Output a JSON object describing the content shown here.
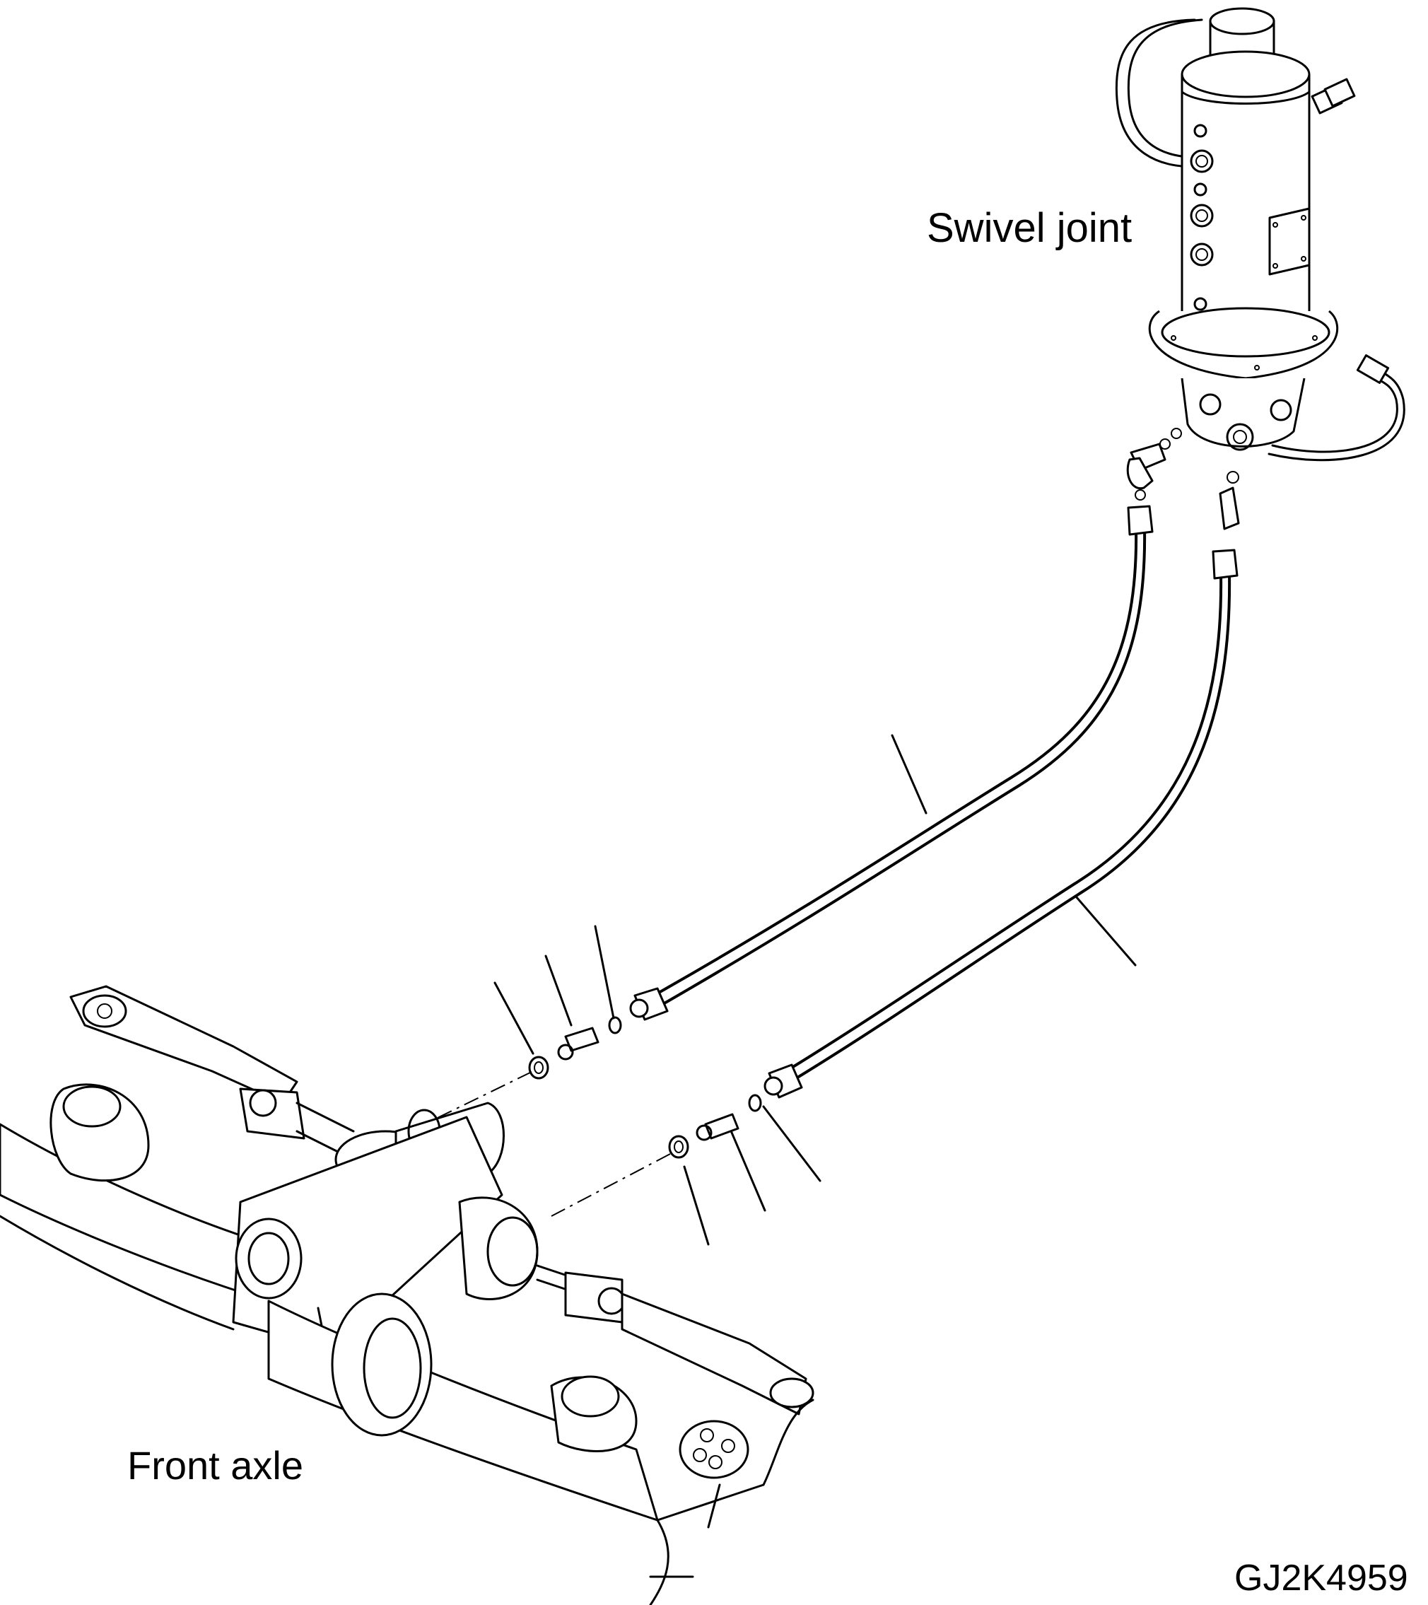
{
  "labels": {
    "swivel_joint": "Swivel joint",
    "front_axle": "Front axle",
    "drawing_code": "GJ2K4959"
  },
  "colors": {
    "line": "#000000",
    "background": "#ffffff"
  }
}
